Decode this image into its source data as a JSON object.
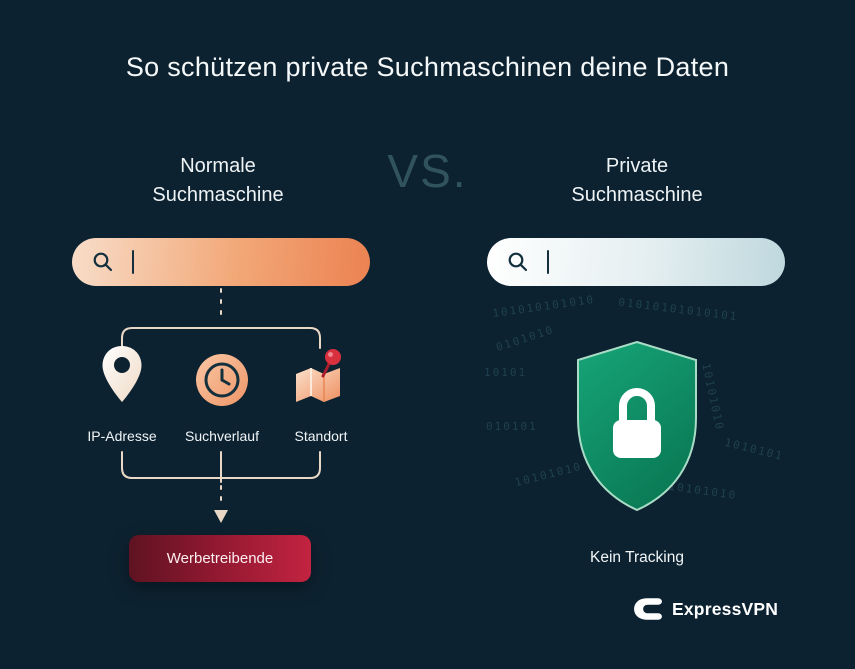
{
  "title": "So schützen private Suchmaschinen deine Daten",
  "comparison": {
    "left_heading_line1": "Normale",
    "left_heading_line2": "Suchmaschine",
    "vs": "VS.",
    "right_heading_line1": "Private",
    "right_heading_line2": "Suchmaschine"
  },
  "left": {
    "items": [
      {
        "label": "IP-Adresse",
        "icon": "location-pin-icon"
      },
      {
        "label": "Suchverlauf",
        "icon": "clock-icon"
      },
      {
        "label": "Standort",
        "icon": "map-pin-icon"
      }
    ],
    "result_label": "Werbetreibende"
  },
  "right": {
    "label": "Kein Tracking",
    "binary": [
      "101010101010",
      "01010101010101",
      "10101",
      "010101",
      "10101010",
      "1010101",
      "10101010",
      "101010101010",
      "0101010"
    ]
  },
  "brand": {
    "name": "ExpressVPN"
  },
  "colors": {
    "background": "#0d2230",
    "accent_orange": "#ec8252",
    "accent_green": "#0f8e63",
    "accent_red": "#c22340",
    "vs_muted": "#31525f",
    "line": "#ead8c6"
  }
}
